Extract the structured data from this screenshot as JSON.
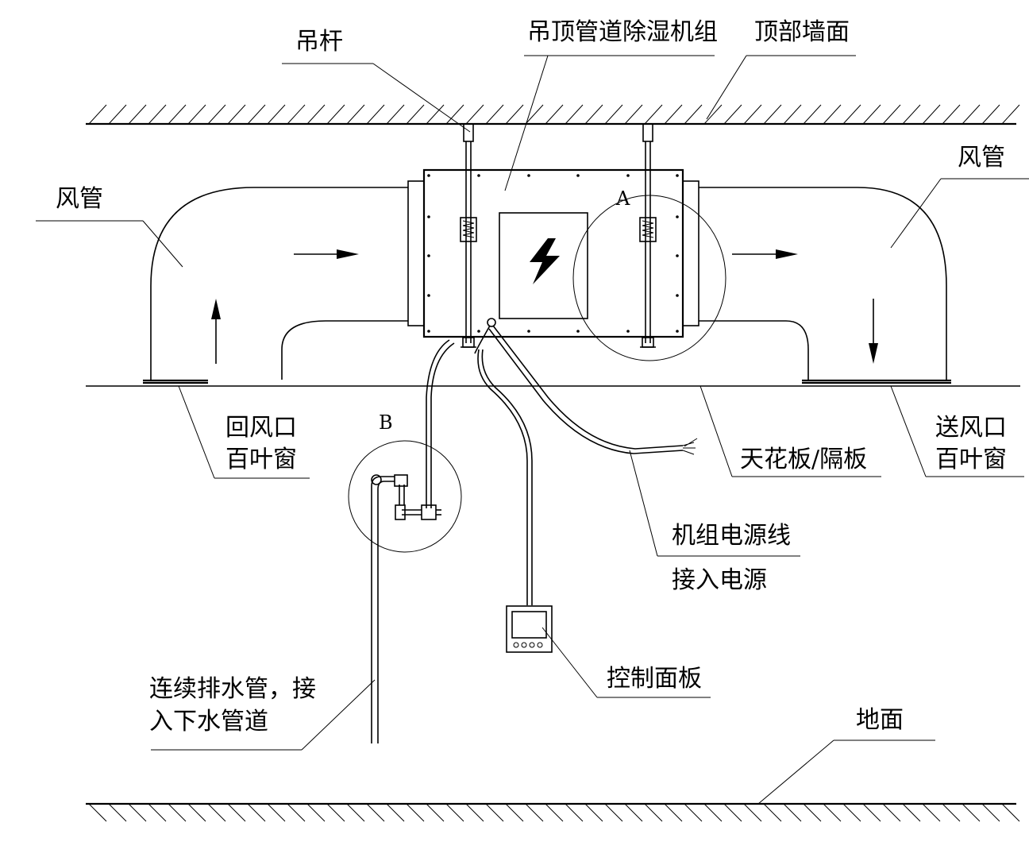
{
  "labels": {
    "hanger_rod": "吊杆",
    "unit": "吊顶管道除湿机组",
    "top_wall": "顶部墙面",
    "duct_left": "风管",
    "duct_right": "风管",
    "detail_a": "A",
    "detail_b": "B",
    "return_air_line1": "回风口",
    "return_air_line2": "百叶窗",
    "ceiling_board": "天花板/隔板",
    "supply_air_line1": "送风口",
    "supply_air_line2": "百叶窗",
    "power_line1": "机组电源线",
    "power_line2": "接入电源",
    "control_panel": "控制面板",
    "drain_line1": "连续排水管，接",
    "drain_line2": "入下水管道",
    "floor": "地面"
  }
}
